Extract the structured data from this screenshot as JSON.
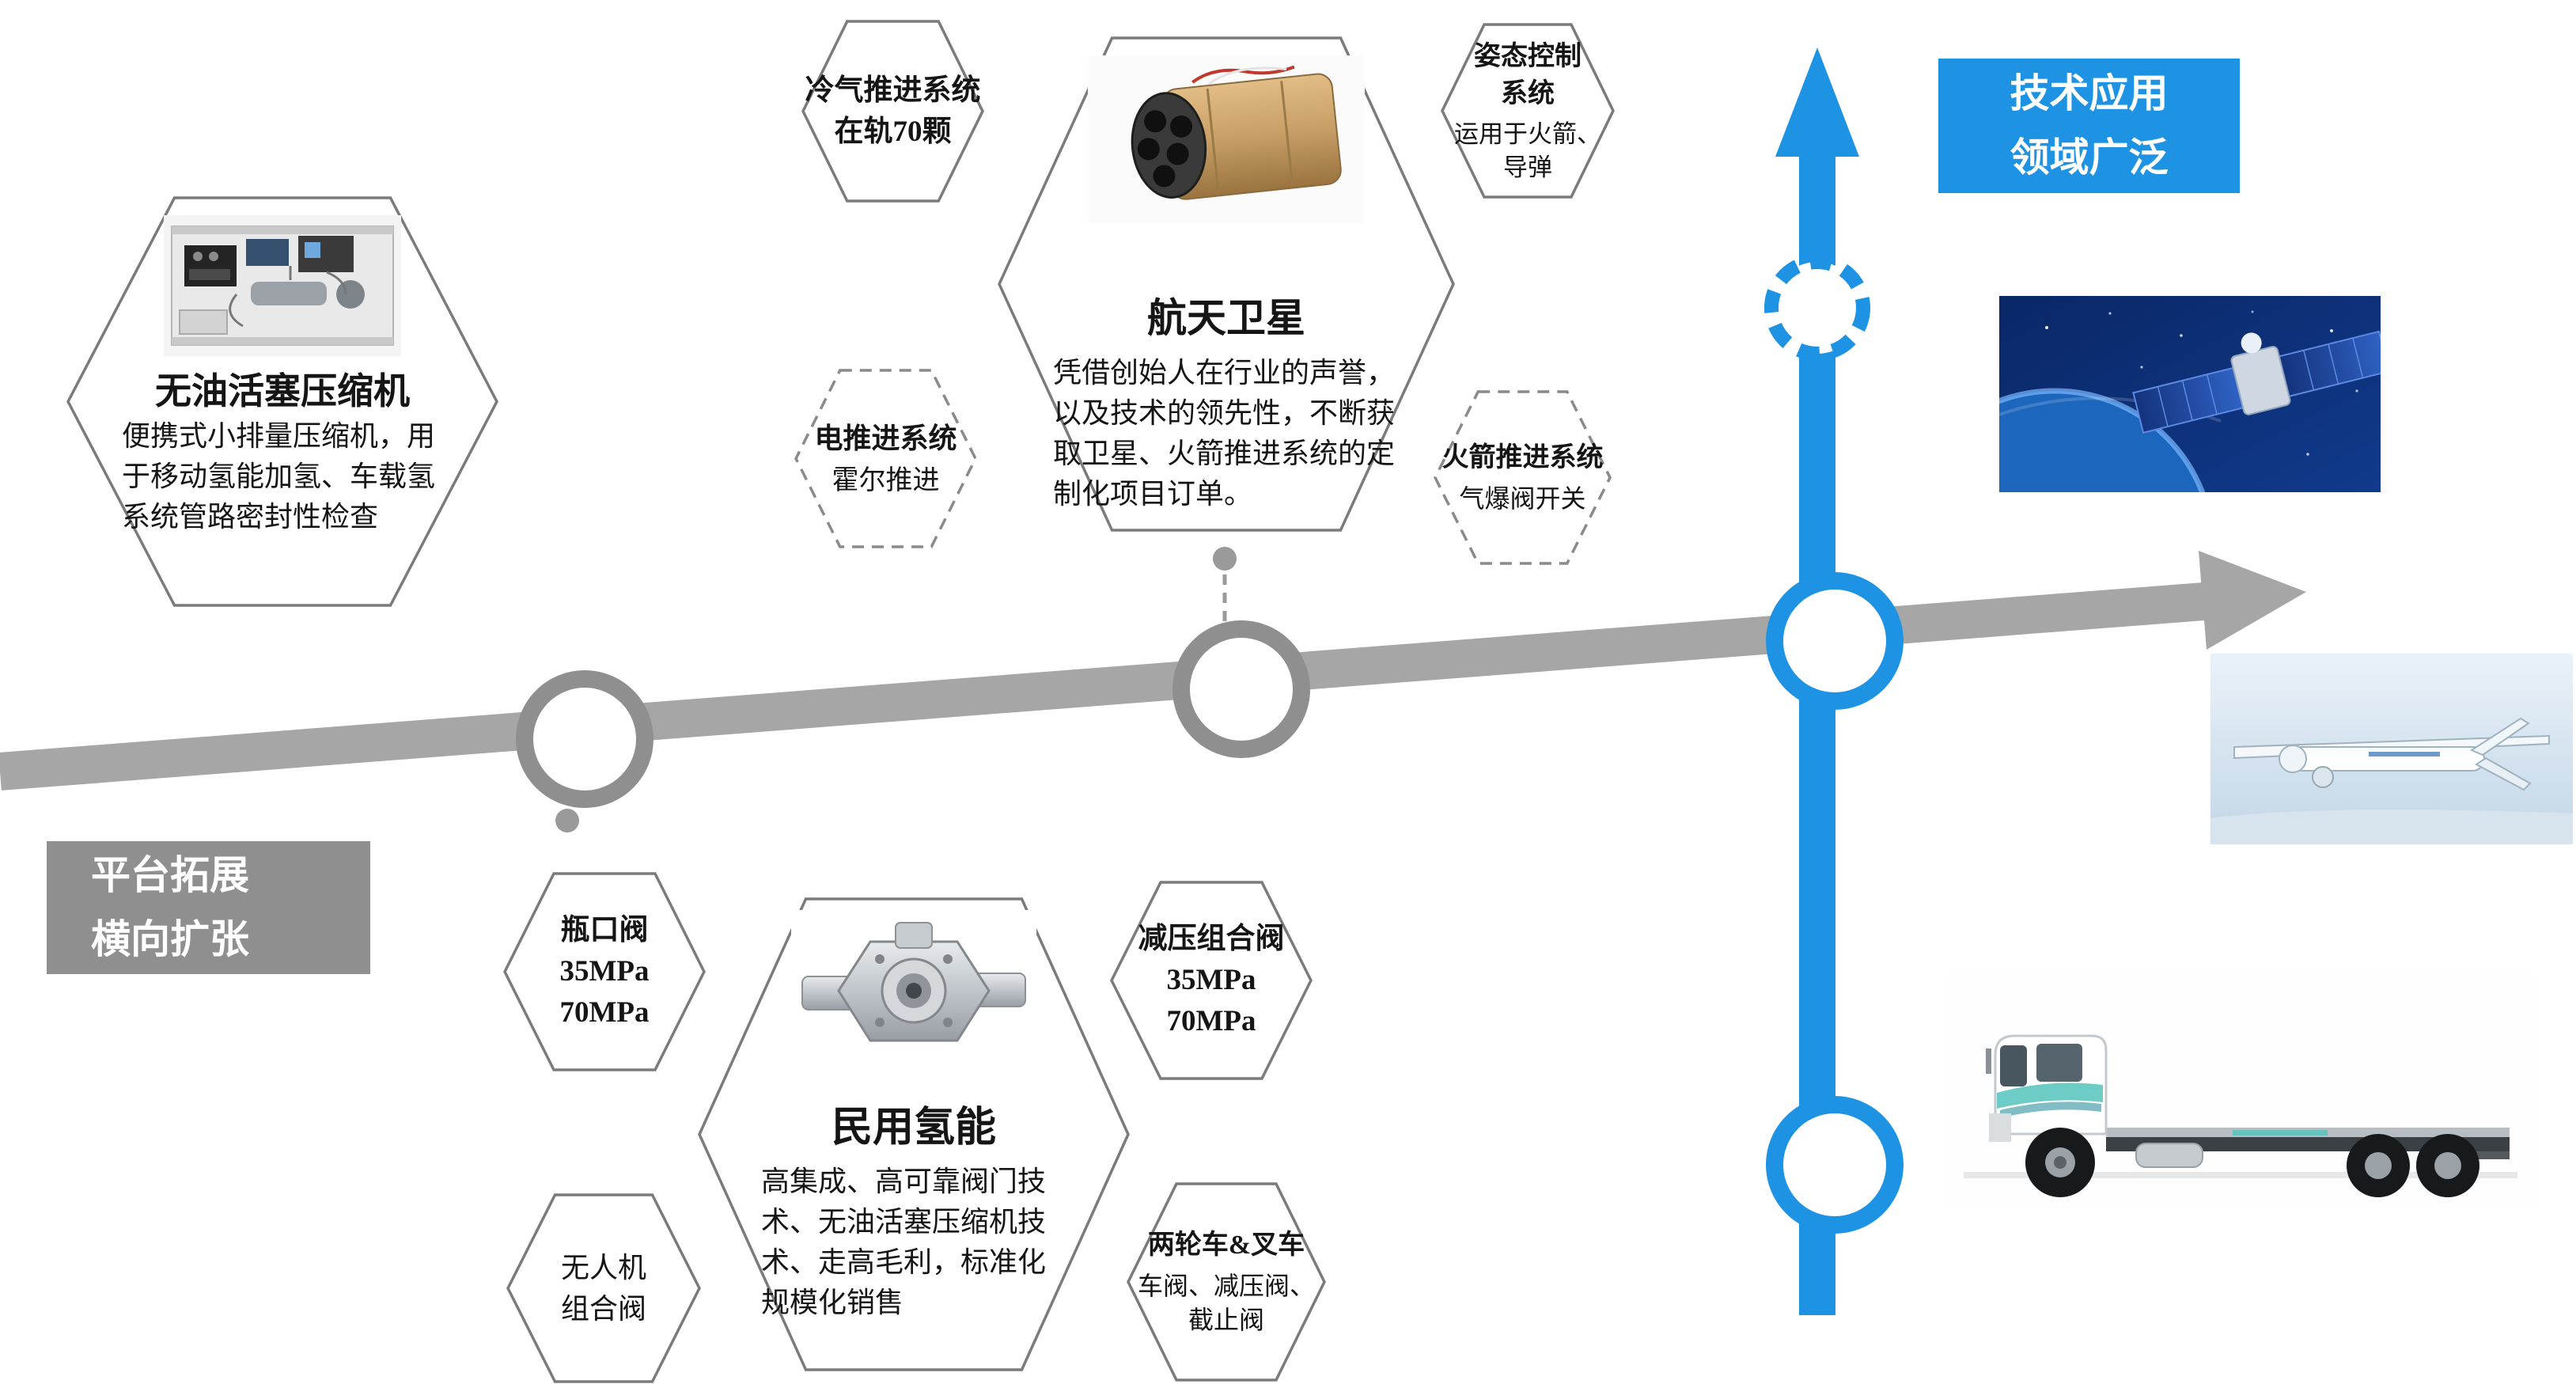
{
  "colors": {
    "accent_blue": "#1e93e3",
    "arrow_gray": "#a6a6a6",
    "node_gray": "#8f8f8f",
    "hex_border": "#7b7b7b"
  },
  "banners": {
    "tech_application": "技术应用\n领域广泛",
    "platform_expansion": "平台拓展\n横向扩张"
  },
  "nodes": {
    "compressor": {
      "title": "无油活塞压缩机",
      "description": "便携式小排量压缩机，用于移动氢能加氢、车载氢系统管路密封性检查"
    },
    "cold_gas": {
      "title": "冷气推进系统\n在轨70颗"
    },
    "aerospace_satellite": {
      "title": "航天卫星",
      "description": "凭借创始人在行业的声誉，以及技术的领先性，不断获取卫星、火箭推进系统的定制化项目订单。"
    },
    "attitude_control": {
      "title": "姿态控制\n系统",
      "subtitle": "运用于火箭、\n导弹"
    },
    "electric_propulsion": {
      "title": "电推进系统",
      "subtitle": "霍尔推进"
    },
    "rocket_propulsion": {
      "title": "火箭推进系统",
      "subtitle": "气爆阀开关"
    },
    "bottle_valve": {
      "title": "瓶口阀\n35MPa\n70MPa"
    },
    "civil_hydrogen": {
      "title": "民用氢能",
      "description": "高集成、高可靠阀门技术、无油活塞压缩机技术、走高毛利，标准化规模化销售"
    },
    "pressure_valve": {
      "title": "减压组合阀\n35MPa\n70MPa"
    },
    "drone_valve": {
      "title": "无人机\n组合阀"
    },
    "two_wheeler_valve": {
      "title": "两轮车&叉车",
      "subtitle": "车阀、减压阀、\n截止阀"
    }
  },
  "images": {
    "compressor_photo": "oil-free-piston-compressor-photo",
    "satellite_photo": "satellite-thruster-assembly-photo",
    "valve_photo": "hydrogen-valve-assembly-photo",
    "orbit_satellite": "satellite-in-orbit-photo",
    "uav": "uav-drone-photo",
    "truck": "hydrogen-truck-photo"
  }
}
